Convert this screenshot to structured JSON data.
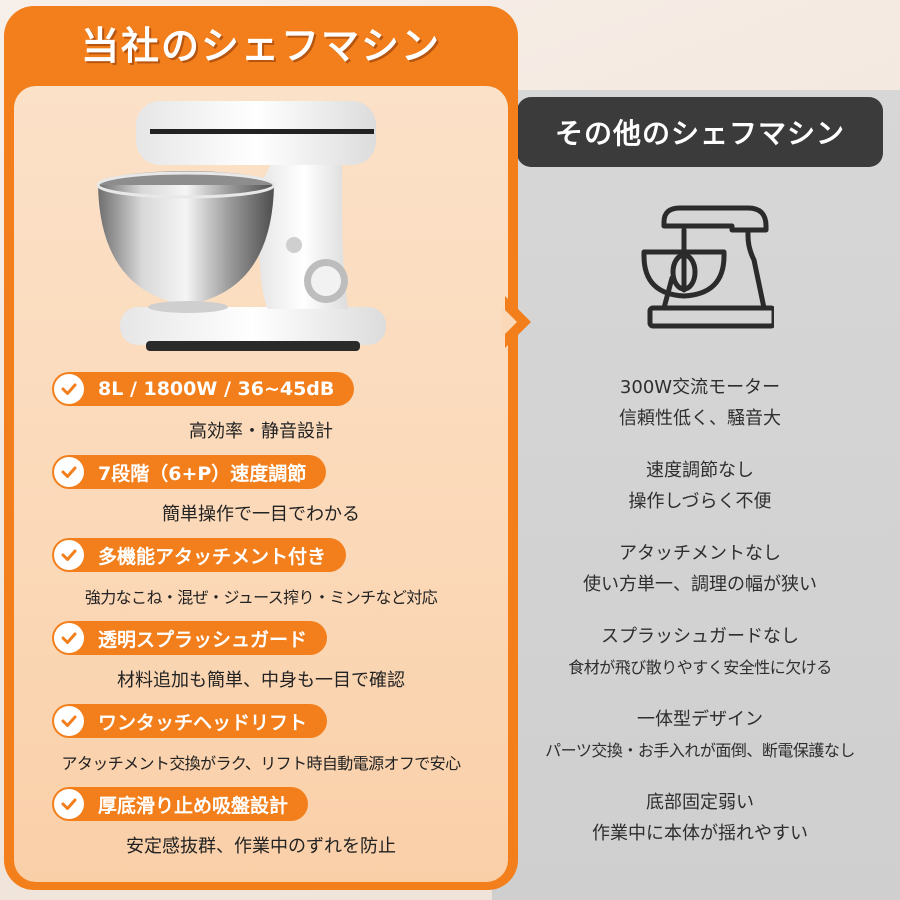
{
  "our": {
    "title": "当社のシェフマシン",
    "features": [
      {
        "label": "8L / 1800W / 36~45dB",
        "desc": "高効率・静音設計"
      },
      {
        "label": "7段階（6+P）速度調節",
        "desc": "簡単操作で一目でわかる"
      },
      {
        "label": "多機能アタッチメント付き",
        "desc": "強力なこね・混ぜ・ジュース搾り・ミンチなど対応"
      },
      {
        "label": "透明スプラッシュガード",
        "desc": "材料追加も簡単、中身も一目で確認"
      },
      {
        "label": "ワンタッチヘッドリフト",
        "desc": "アタッチメント交換がラク、リフト時自動電源オフで安心"
      },
      {
        "label": "厚底滑り止め吸盤設計",
        "desc": "安定感抜群、作業中のずれを防止"
      }
    ]
  },
  "other": {
    "title": "その他のシェフマシン",
    "items": [
      {
        "line1": "300W交流モーター",
        "line2": "信頼性低く、騒音大"
      },
      {
        "line1": "速度調節なし",
        "line2": "操作しづらく不便"
      },
      {
        "line1": "アタッチメントなし",
        "line2": "使い方単一、調理の幅が狭い"
      },
      {
        "line1": "スプラッシュガードなし",
        "line2": "食材が飛び散りやすく安全性に欠ける"
      },
      {
        "line1": "一体型デザイン",
        "line2": "パーツ交換・お手入れが面倒、断電保護なし"
      },
      {
        "line1": "底部固定弱い",
        "line2": "作業中に本体が揺れやすい"
      }
    ]
  },
  "colors": {
    "accent": "#f27f1c",
    "panel_dark": "#3b3b3b",
    "panel_grey": "#d3d3d3"
  }
}
